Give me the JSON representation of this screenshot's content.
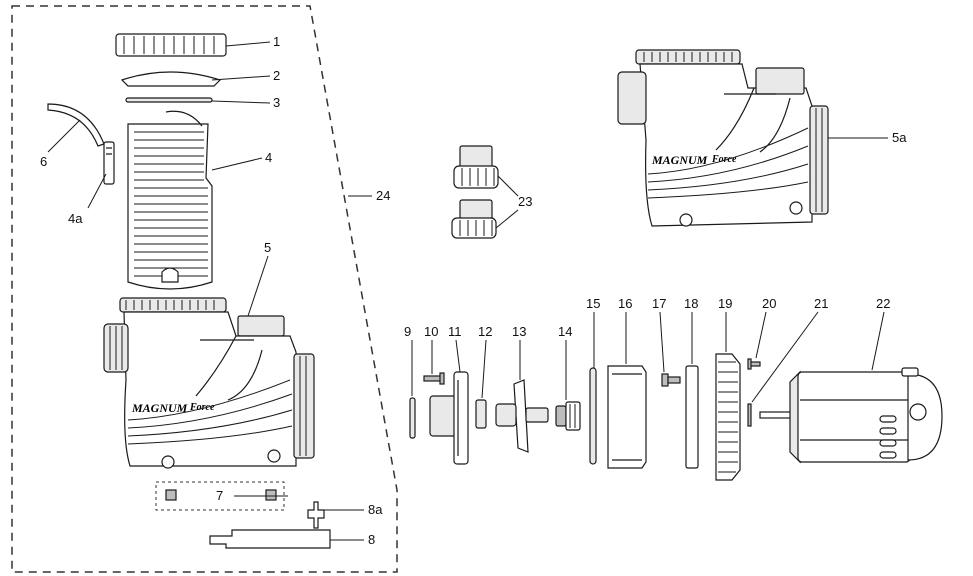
{
  "diagram": {
    "brand_text": "MAGNUM",
    "brand_sub": "Force",
    "callouts": {
      "p1": "1",
      "p2": "2",
      "p3": "3",
      "p4": "4",
      "p4a": "4a",
      "p5": "5",
      "p5a": "5a",
      "p6": "6",
      "p7": "7",
      "p8": "8",
      "p8a": "8a",
      "p9": "9",
      "p10": "10",
      "p11": "11",
      "p12": "12",
      "p13": "13",
      "p14": "14",
      "p15": "15",
      "p16": "16",
      "p17": "17",
      "p18": "18",
      "p19": "19",
      "p20": "20",
      "p21": "21",
      "p22": "22",
      "p23": "23",
      "p24": "24"
    }
  }
}
